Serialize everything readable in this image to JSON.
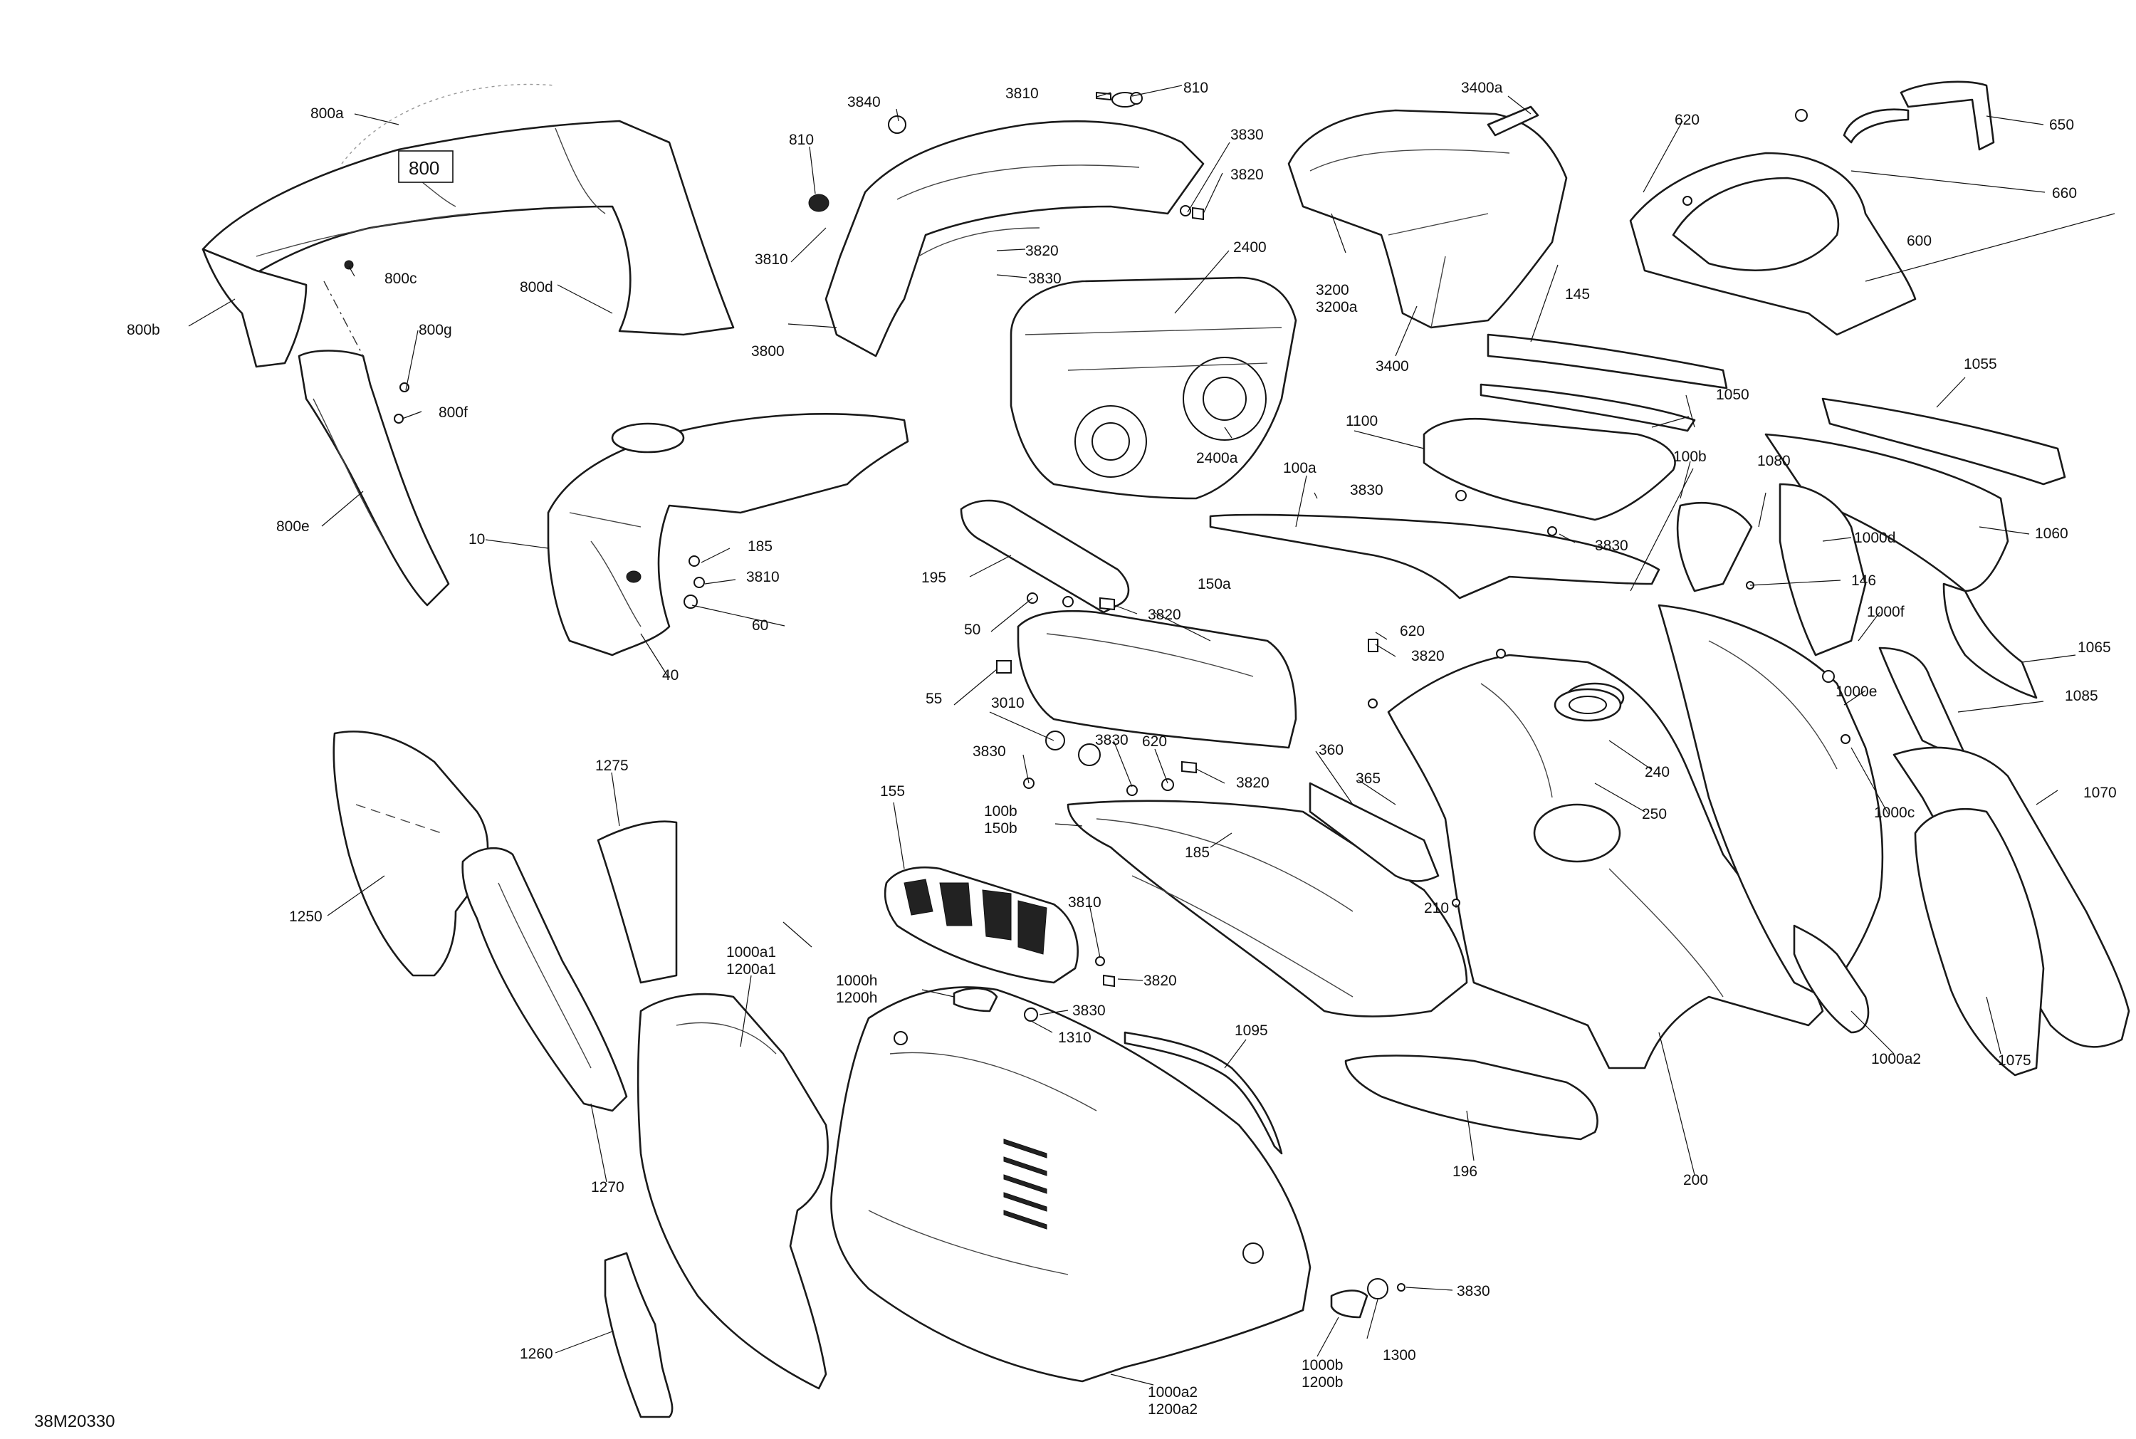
{
  "diagram_id": "38M20330",
  "callouts": {
    "c800a": "800a",
    "c800": "800",
    "c800c": "800c",
    "c800d": "800d",
    "c800b": "800b",
    "c800g": "800g",
    "c800f": "800f",
    "c800e": "800e",
    "c3840": "3840",
    "c810a": "810",
    "c3810a": "3810",
    "c810b": "810",
    "c3830a": "3830",
    "c3820a": "3820",
    "c3820b": "3820",
    "c3830b": "3830",
    "c3810b": "3810",
    "c3800": "3800",
    "c3400a": "3400a",
    "c3200": "3200",
    "c3200a": "3200a",
    "c3400": "3400",
    "c620a": "620",
    "c650": "650",
    "c660": "660",
    "c600": "600",
    "c2400": "2400",
    "c2400a": "2400a",
    "c145": "145",
    "c1050": "1050",
    "c1055": "1055",
    "c1060": "1060",
    "c1100": "1100",
    "c3830c": "3830",
    "c3830d": "3830",
    "c100a": "100a",
    "c100b_top": "100b",
    "c1080": "1080",
    "c1000d": "1000d",
    "c146": "146",
    "c1000f": "1000f",
    "c1065": "1065",
    "c1000e": "1000e",
    "c1085": "1085",
    "c1070": "1070",
    "c1000c": "1000c",
    "c10": "10",
    "c185a": "185",
    "c3810c": "3810",
    "c60": "60",
    "c40": "40",
    "c195": "195",
    "c150a": "150a",
    "c3820c": "3820",
    "c50": "50",
    "c55": "55",
    "c620b": "620",
    "c3820d": "3820",
    "c3010": "3010",
    "c3830e": "3830",
    "c3830f": "3830",
    "c620c": "620",
    "c3820e": "3820",
    "c360": "360",
    "c365": "365",
    "c240": "240",
    "c250": "250",
    "c100b": "100b",
    "c150b": "150b",
    "c185b": "185",
    "c155": "155",
    "c3810d": "3810",
    "c3820f": "3820",
    "c210": "210",
    "c1275": "1275",
    "c1250": "1250",
    "c1000a1": "1000a1",
    "c1200a1": "1200a1",
    "c1000h": "1000h",
    "c1200h": "1200h",
    "c3830g": "3830",
    "c1310": "1310",
    "c1095": "1095",
    "c1270": "1270",
    "c196": "196",
    "c200": "200",
    "c1000a2_right": "1000a2",
    "c1075": "1075",
    "c3830h": "3830",
    "c1300": "1300",
    "c1000b": "1000b",
    "c1200b": "1200b",
    "c1260": "1260",
    "c1000a2": "1000a2",
    "c1200a2": "1200a2"
  }
}
